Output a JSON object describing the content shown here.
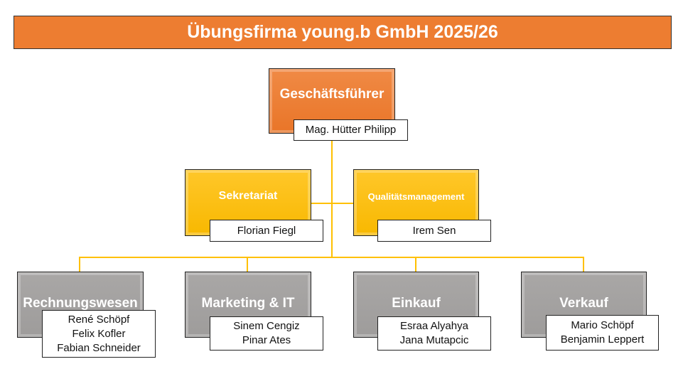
{
  "title": "Übungsfirma young.b GmbH 2025/26",
  "ceo": {
    "role": "Geschäftsführer",
    "name": "Mag. Hütter Philipp"
  },
  "staff": [
    {
      "role": "Sekretariat",
      "names": [
        "Florian Fiegl"
      ]
    },
    {
      "role": "Qualitätsmanagement",
      "names": [
        "Irem Sen"
      ]
    }
  ],
  "departments": [
    {
      "role": "Rechnungswesen",
      "names": [
        "René Schöpf",
        "Felix Kofler",
        "Fabian Schneider"
      ]
    },
    {
      "role": "Marketing & IT",
      "names": [
        "Sinem Cengiz",
        "Pinar Ates"
      ]
    },
    {
      "role": "Einkauf",
      "names": [
        "Esraa Alyahya",
        "Jana Mutapcic"
      ]
    },
    {
      "role": "Verkauf",
      "names": [
        "Mario Schöpf",
        "Benjamin Leppert"
      ]
    }
  ],
  "colors": {
    "orange": "#ED7D31",
    "yellow": "#FFC000",
    "gray": "#A5A5A5"
  }
}
